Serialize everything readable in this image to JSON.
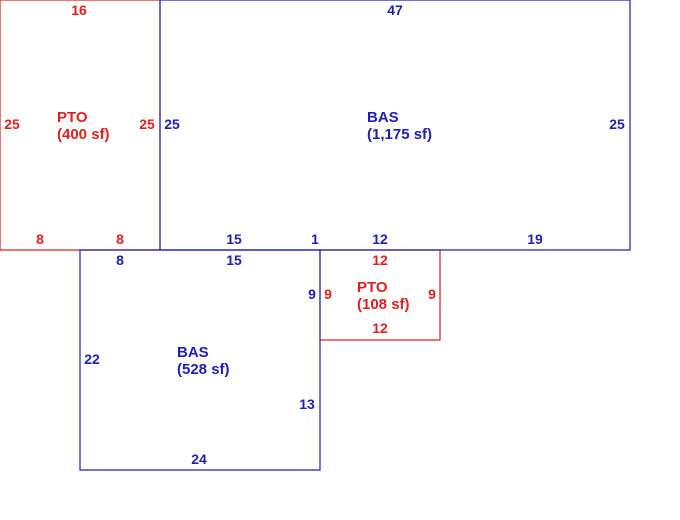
{
  "colors": {
    "BAS": "#1f1fb4",
    "PTO": "#e02020"
  },
  "areas": {
    "pto_upper": {
      "code": "PTO",
      "size": "(400 sf)"
    },
    "bas_upper": {
      "code": "BAS",
      "size": "(1,175 sf)"
    },
    "pto_small": {
      "code": "PTO",
      "size": "(108 sf)"
    },
    "bas_lower": {
      "code": "BAS",
      "size": "(528 sf)"
    }
  },
  "dimensions": {
    "pto_upper": {
      "top": "16",
      "left": "25",
      "right": "25",
      "bottom_left": "8",
      "bottom_right": "8"
    },
    "bas_upper": {
      "top": "47",
      "left": "25",
      "right": "25",
      "bottom_a": "15",
      "bottom_b": "1",
      "bottom_c": "12",
      "bottom_d": "19"
    },
    "bas_lower": {
      "top_left": "8",
      "top_mid": "15",
      "right_upper": "9",
      "left": "22",
      "right_lower": "13",
      "bottom": "24"
    },
    "pto_small": {
      "top": "12",
      "left": "9",
      "right": "9",
      "bottom": "12"
    }
  }
}
